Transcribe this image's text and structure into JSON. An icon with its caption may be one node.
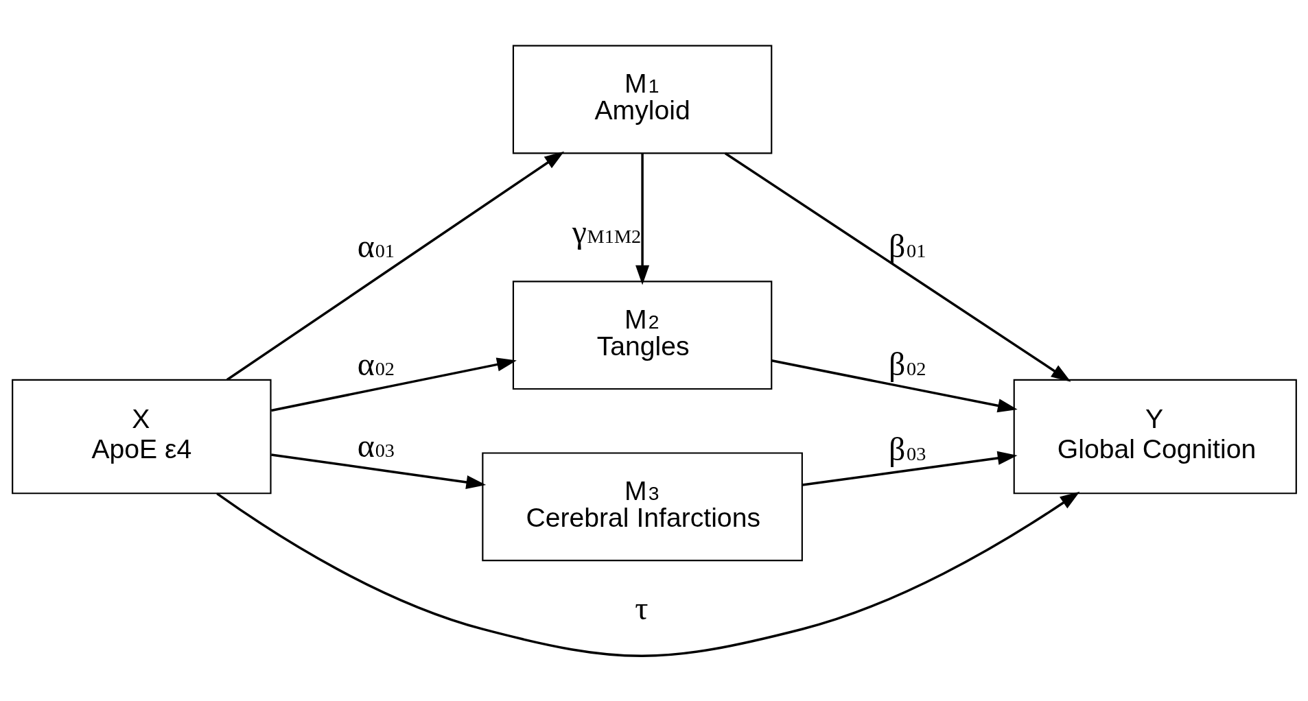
{
  "diagram": {
    "nodes": [
      {
        "text": [
          "X",
          "ApoE ε4"
        ]
      },
      {
        "text": [
          "M$_{1}$",
          "Amyloid"
        ]
      },
      {
        "text": [
          "M$_{2}$",
          "Tangles"
        ]
      },
      {
        "text": [
          "M$_{3}$",
          "Cerebral Infarctions"
        ]
      },
      {
        "text": [
          "Y",
          "Global Cognition"
        ]
      }
    ],
    "edges": [
      {
        "from": 0,
        "to": 1,
        "arrow": "to",
        "label": "α$_{01}$"
      },
      {
        "from": 0,
        "to": 2,
        "arrow": "to",
        "label": "α$_{02}$"
      },
      {
        "from": 0,
        "to": 3,
        "arrow": "to",
        "label": "α$_{03}$"
      },
      {
        "from": 1,
        "to": 2,
        "arrow": "to",
        "label": "γ$_{M1M2}$"
      },
      {
        "from": 1,
        "to": 4,
        "arrow": "to",
        "label": "β$_{01}$"
      },
      {
        "from": 2,
        "to": 4,
        "arrow": "to",
        "label": "β$_{02}$"
      },
      {
        "from": 3,
        "to": 4,
        "arrow": "to",
        "label": "β$_{03}$"
      },
      {
        "from": 0,
        "to": 4,
        "arrow": "to",
        "label": "τ"
      }
    ]
  }
}
